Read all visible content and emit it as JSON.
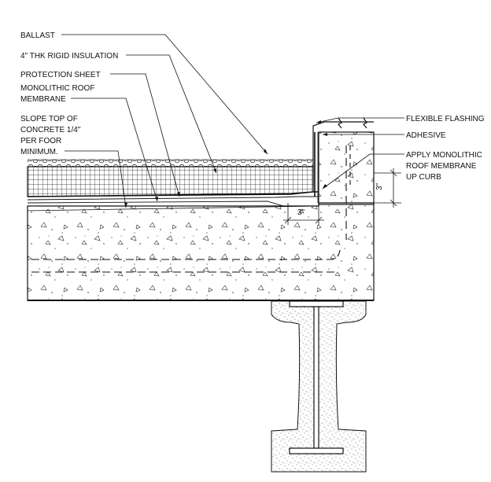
{
  "labels": {
    "ballast": "BALLAST",
    "rigid_insulation": "4\" THK RIGID INSULATION",
    "protection_sheet": "PROTECTION SHEET",
    "membrane_line1": "MONOLITHIC ROOF",
    "membrane_line2": "MEMBRANE",
    "slope_line1": "SLOPE TOP OF",
    "slope_line2": "CONCRETE 1/4\"",
    "slope_line3": "PER FOOR",
    "slope_line4": "MINIMUM.",
    "flexible_flashing": "FLEXIBLE FLASHING",
    "adhesive": "ADHESIVE",
    "apply_line1": "APPLY MONOLITHIC",
    "apply_line2": "ROOF MEMBRANE",
    "apply_line3": "UP CURB"
  },
  "dimensions": {
    "curb_height": "3\"",
    "curb_offset": "3\""
  },
  "colors": {
    "ink": "#111111",
    "paper": "#ffffff"
  }
}
